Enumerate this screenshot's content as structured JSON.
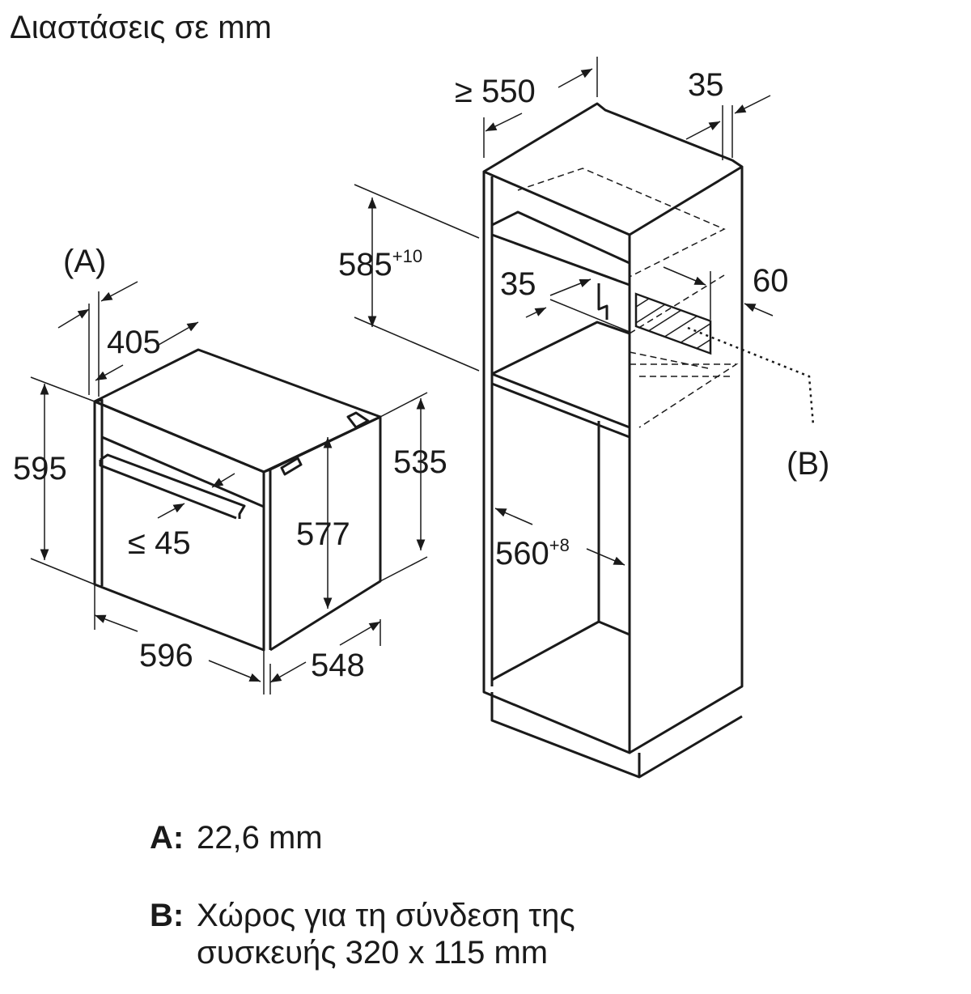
{
  "title": "Διαστάσεις σε mm",
  "oven": {
    "width": "596",
    "height": "595",
    "depth": "548",
    "body_depth": "535",
    "front_height": "577",
    "top_depth": "405",
    "handle": "≤ 45",
    "callout_a": "(A)"
  },
  "cabinet": {
    "depth": "≥ 550",
    "back_gap": "35",
    "niche_height": "585",
    "niche_height_tol": "+10",
    "inner_width": "560",
    "inner_width_tol": "+8",
    "shelf_gap": "35",
    "connection_depth": "60",
    "callout_b": "(B)"
  },
  "legend": {
    "a_key": "A:",
    "a_text": "22,6 mm",
    "b_key": "B:",
    "b_line1": "Χώρος για τη σύνδεση της",
    "b_line2": "συσκευής 320 x 115 mm"
  },
  "colors": {
    "line": "#1a1a1a",
    "background": "#ffffff"
  }
}
